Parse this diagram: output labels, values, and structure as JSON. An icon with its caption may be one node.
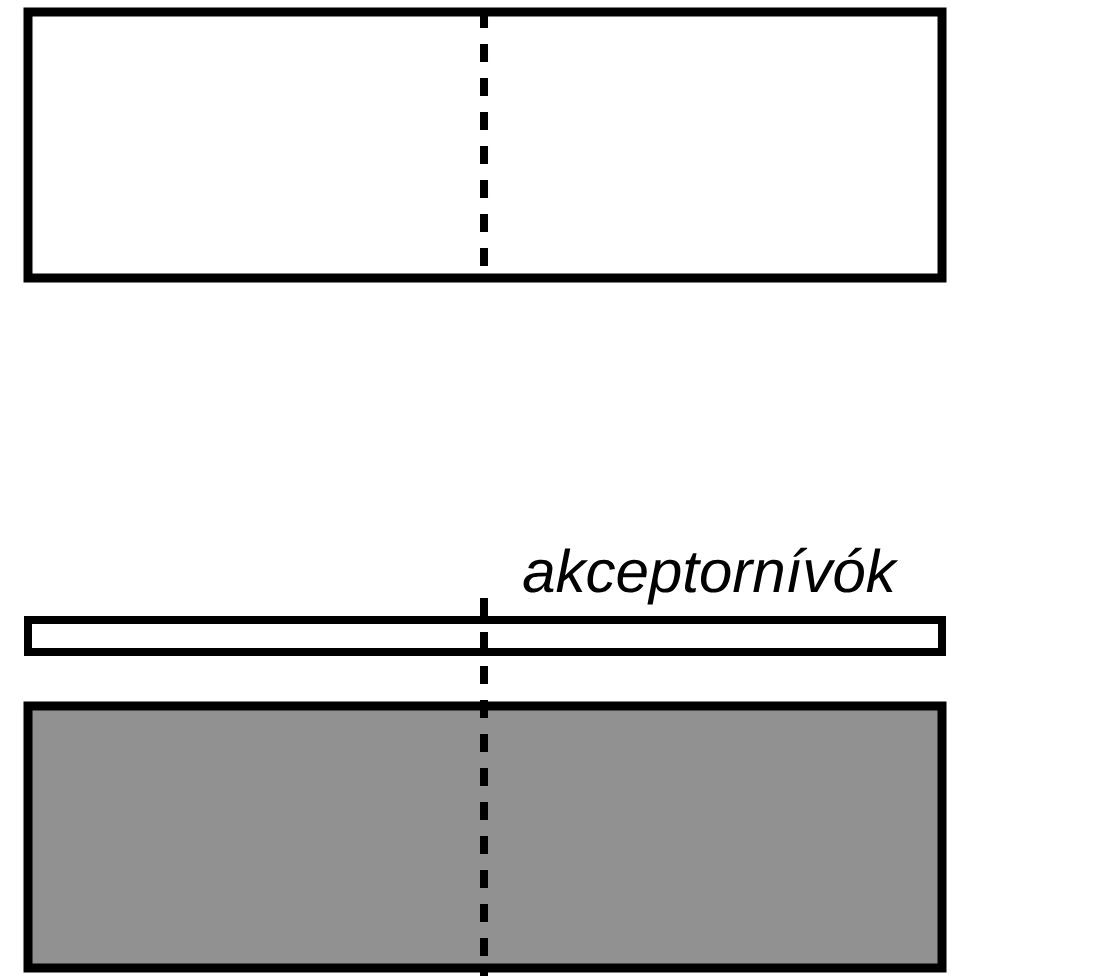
{
  "diagram": {
    "nodes": [
      {
        "text": [],
        "shape": "box"
      },
      {
        "text": [],
        "shape": "bar",
        "beside": [
          "akceptornívók"
        ]
      },
      {
        "text": [],
        "shape": "box"
      }
    ]
  }
}
